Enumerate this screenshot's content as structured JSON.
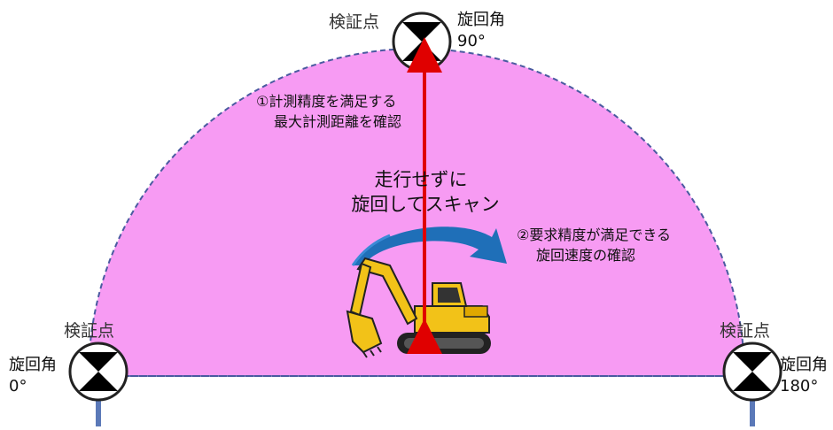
{
  "verification_points": {
    "top": {
      "label": "検証点",
      "angle_title": "旋回角",
      "angle_value": "90°"
    },
    "left": {
      "label": "検証点",
      "angle_title": "旋回角",
      "angle_value": "0°"
    },
    "right": {
      "label": "検証点",
      "angle_title": "旋回角",
      "angle_value": "180°"
    }
  },
  "notes": {
    "note1_line1": "①計測精度を満足する",
    "note1_line2": "最大計測距離を確認",
    "note2_line1": "②要求精度が満足できる",
    "note2_line2": "旋回速度の確認"
  },
  "center_text": {
    "line1": "走行せずに",
    "line2": "旋回してスキャン"
  },
  "colors": {
    "area_fill": "#f79bf3",
    "area_border": "#4a5aa0",
    "measure_arrow": "#e00000",
    "rotation_arrow": "#1f6fb8",
    "excavator_body": "#f2c218"
  }
}
